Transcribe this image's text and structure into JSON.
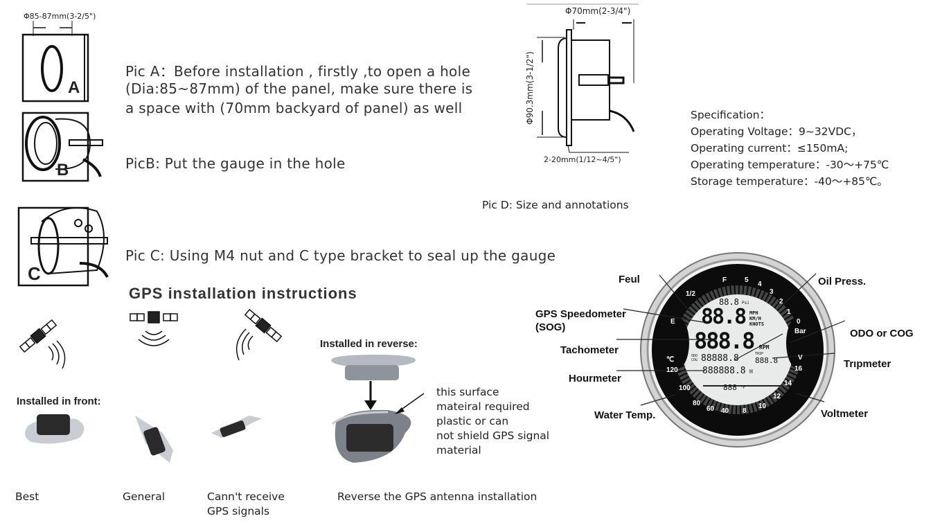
{
  "pic_a": {
    "dimension": "Φ85-87mm(3-2/5\")",
    "letter": "A",
    "text": [
      "Pic A：Before installation , firstly ,to open a hole",
      "(Dia:85~87mm) of the panel, make sure there is",
      "a space with (70mm backyard of panel)  as well"
    ]
  },
  "pic_b": {
    "letter": "B",
    "text": "PicB: Put the gauge in the hole"
  },
  "pic_c": {
    "letter": "C",
    "text": "Pic C: Using M4 nut and C type bracket to seal up the gauge"
  },
  "pic_d": {
    "depth": "Φ70mm(2-3/4\")",
    "height": "Φ90.3mm(3-1/2\")",
    "panel": "2-20mm(1/12~4/5\")",
    "caption": "Pic D: Size and annotations"
  },
  "spec": {
    "title": "Specification：",
    "lines": [
      "Operating Voltage：9~32VDC，",
      "Operating current：≤150mA;",
      "Operating temperature：-30～+75℃",
      "Storage temperature：-40～+85℃。"
    ]
  },
  "gps": {
    "title": "GPS installation instructions",
    "front_title": "Installed in front:",
    "reverse_title": "Installed in  reverse:",
    "note": [
      "this surface",
      "mateiral required",
      "plastic or can",
      "not shield GPS signal",
      "material"
    ],
    "captions": {
      "best": "Best",
      "general": "General",
      "cannot": [
        "Cann't receive",
        "GPS signals"
      ],
      "reverse": "Reverse the GPS antenna installation"
    }
  },
  "gauge": {
    "labels": {
      "fuel": "Feul",
      "oil": "Oil Press.",
      "speed": [
        "GPS Speedometer",
        "(SOG)"
      ],
      "odo": "ODO or COG",
      "tach": "Tachometer",
      "trip": "Trıpmeter",
      "hour": "Hourmeter",
      "water": "Water Temp.",
      "volt": "Voltmeter"
    },
    "fuel_ticks": [
      "E",
      "1/2",
      "F"
    ],
    "oil_ticks": [
      "5",
      "4",
      "3",
      "2",
      "1",
      "0"
    ],
    "oil_unit": "Bar",
    "temp_ticks": [
      "120",
      "100",
      "80",
      "60",
      "40"
    ],
    "temp_unit": "℃",
    "volt_ticks": [
      "8",
      "10",
      "12",
      "14",
      "16"
    ],
    "volt_unit": "V",
    "lcd": {
      "psi": "88.8",
      "psi_unit": "Psi",
      "speed": "88.8",
      "speed_units": [
        "MPH",
        "KM/H",
        "KNOTS"
      ],
      "rpm": "888.8",
      "rpm_unit": "RPM",
      "odo_label": [
        "ODO",
        "COG"
      ],
      "odo": "88888.8",
      "trip_label": "TRIP",
      "trip": "888.8",
      "hour": "888888.8",
      "hour_unit": "H",
      "temp": "888",
      "temp_unit": "°F"
    }
  }
}
